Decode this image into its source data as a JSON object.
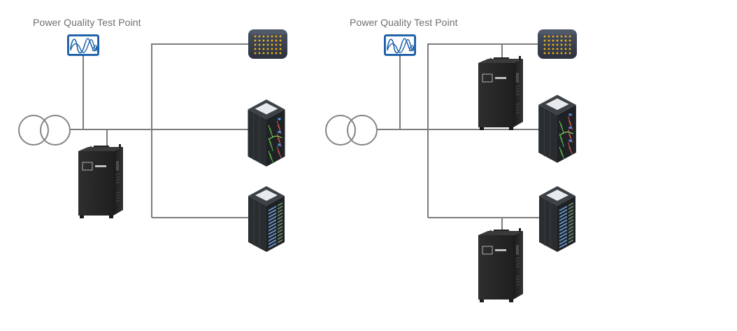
{
  "diagrams": [
    {
      "id": "left",
      "test_point": {
        "label": "Power Quality Test Point",
        "icon": "waveform-monitor-icon"
      },
      "components": [
        {
          "name": "transformer",
          "icon": "transformer-icon"
        },
        {
          "name": "filter-cabinet",
          "icon": "active-filter-cabinet-icon",
          "position": "shunt at main bus"
        },
        {
          "name": "led-panel-load",
          "icon": "led-panel-icon"
        },
        {
          "name": "server-rack-cabled",
          "icon": "server-rack-cabled-icon"
        },
        {
          "name": "server-rack-blades",
          "icon": "server-rack-blades-icon"
        }
      ]
    },
    {
      "id": "right",
      "test_point": {
        "label": "Power Quality Test Point",
        "icon": "waveform-monitor-icon"
      },
      "components": [
        {
          "name": "transformer",
          "icon": "transformer-icon"
        },
        {
          "name": "filter-cabinet-top",
          "icon": "active-filter-cabinet-icon",
          "position": "at top branch"
        },
        {
          "name": "filter-cabinet-bottom",
          "icon": "active-filter-cabinet-icon",
          "position": "at bottom branch"
        },
        {
          "name": "led-panel-load",
          "icon": "led-panel-icon"
        },
        {
          "name": "server-rack-cabled",
          "icon": "server-rack-cabled-icon"
        },
        {
          "name": "server-rack-blades",
          "icon": "server-rack-blades-icon"
        }
      ]
    }
  ],
  "colors": {
    "wire": "#7c7c7c",
    "test_point_blue": "#1a5fa8",
    "label_gray": "#6f6f6f",
    "cabinet_dark": "#2b2b2b",
    "led_panel_bg": "#3a4250",
    "led_dot": "#f2b21b",
    "rack_blade": "#6b9bd0"
  }
}
